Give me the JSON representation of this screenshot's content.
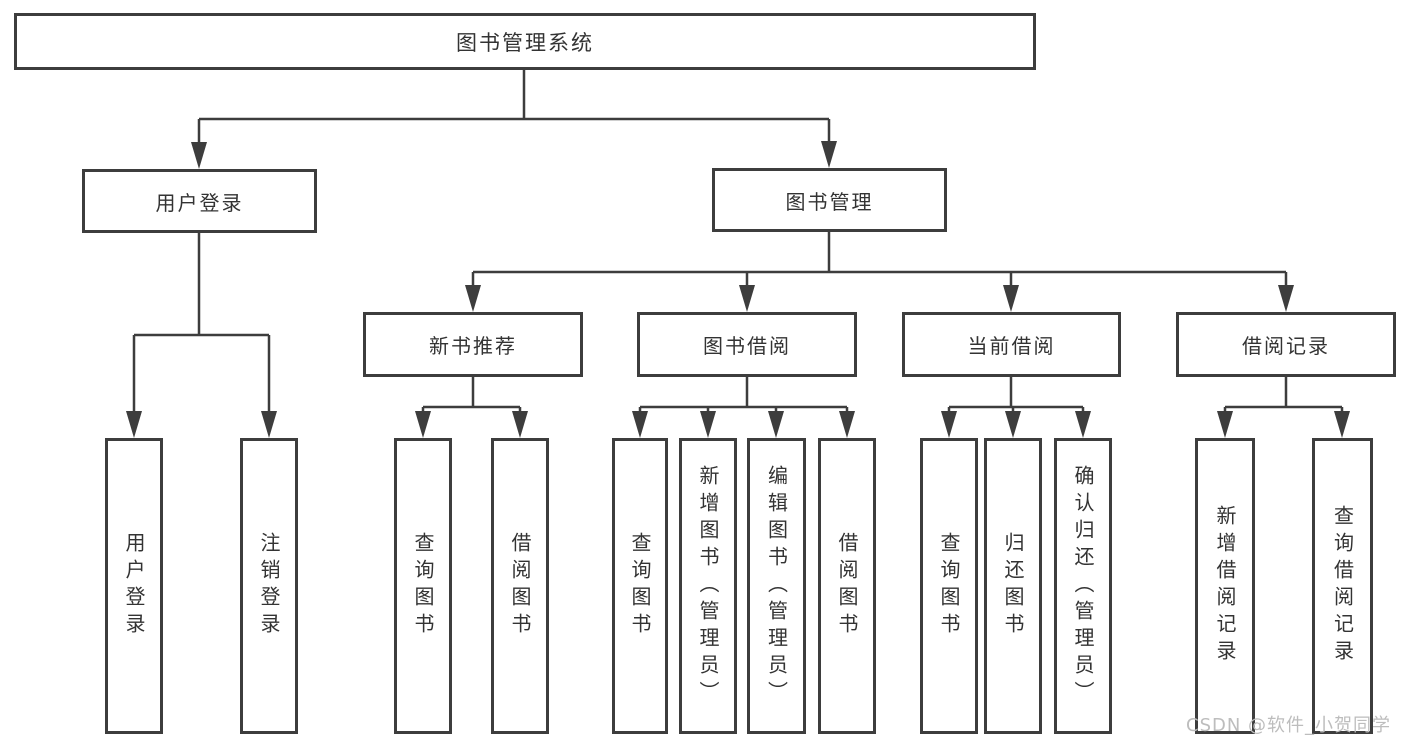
{
  "diagram": {
    "root": {
      "label": "图书管理系统"
    },
    "branches": [
      {
        "label": "用户登录",
        "children": [
          {
            "label": "用户登录"
          },
          {
            "label": "注销登录"
          }
        ]
      },
      {
        "label": "图书管理",
        "groups": [
          {
            "label": "新书推荐",
            "children": [
              {
                "label": "查询图书"
              },
              {
                "label": "借阅图书"
              }
            ]
          },
          {
            "label": "图书借阅",
            "children": [
              {
                "label": "查询图书"
              },
              {
                "label": "新增图书（管理员）"
              },
              {
                "label": "编辑图书（管理员）"
              },
              {
                "label": "借阅图书"
              }
            ]
          },
          {
            "label": "当前借阅",
            "children": [
              {
                "label": "查询图书"
              },
              {
                "label": "归还图书"
              },
              {
                "label": "确认归还（管理员）"
              }
            ]
          },
          {
            "label": "借阅记录",
            "children": [
              {
                "label": "新增借阅记录"
              },
              {
                "label": "查询借阅记录"
              }
            ]
          }
        ]
      }
    ],
    "watermark": "CSDN @软件_小贺同学",
    "colors": {
      "line": "#3d3d3d",
      "text": "#333333",
      "watermark": "#bdbdbd",
      "background": "#ffffff"
    }
  }
}
